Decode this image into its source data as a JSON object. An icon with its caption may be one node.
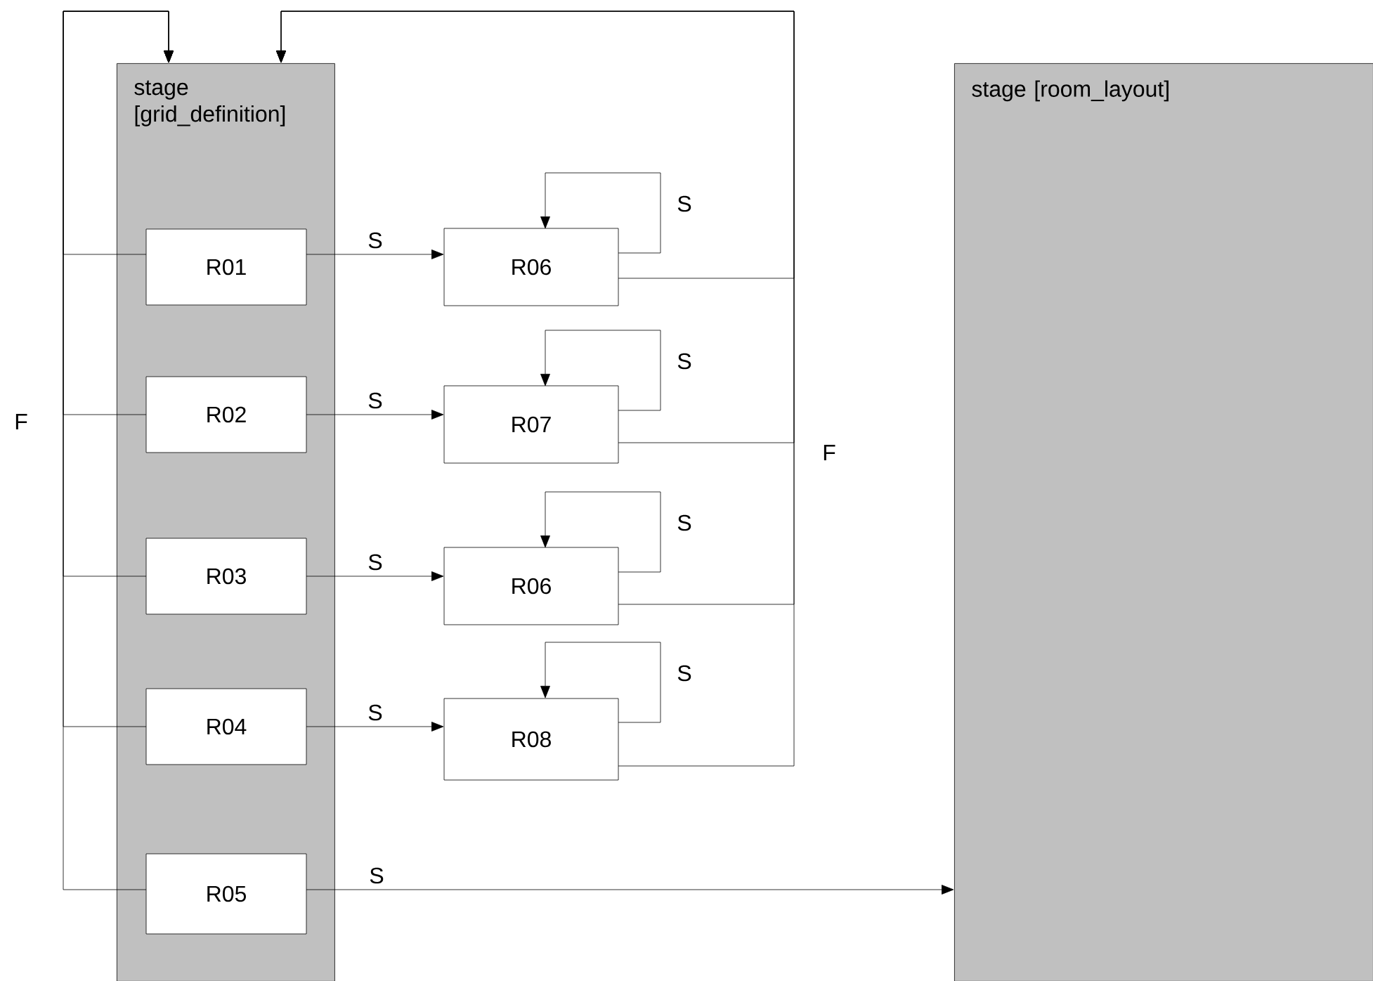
{
  "diagram": {
    "nodes": [
      {
        "text": [
          "stage [grid_definition]"
        ]
      },
      {
        "text": [
          "R01"
        ],
        "in": 0
      },
      {
        "text": [
          "R02"
        ],
        "in": 0
      },
      {
        "text": [
          "R03"
        ],
        "in": 0
      },
      {
        "text": [
          "R04"
        ],
        "in": 0
      },
      {
        "text": [
          "R05"
        ],
        "in": 0
      },
      {
        "text": [
          "R06"
        ]
      },
      {
        "text": [
          "R07"
        ]
      },
      {
        "text": [
          "R06"
        ]
      },
      {
        "text": [
          "R08"
        ]
      },
      {
        "text": [
          "stage [room_layout]"
        ]
      }
    ],
    "edges": [
      {
        "from": 1,
        "to": 6,
        "arrow": "to",
        "label": "S"
      },
      {
        "from": 2,
        "to": 7,
        "arrow": "to",
        "label": "S"
      },
      {
        "from": 3,
        "to": 8,
        "arrow": "to",
        "label": "S"
      },
      {
        "from": 4,
        "to": 9,
        "arrow": "to",
        "label": "S"
      },
      {
        "from": 5,
        "to": 10,
        "arrow": "to",
        "label": "S"
      },
      {
        "from": 6,
        "to": 6,
        "arrow": "to",
        "label": "S"
      },
      {
        "from": 7,
        "to": 7,
        "arrow": "to",
        "label": "S"
      },
      {
        "from": 8,
        "to": 8,
        "arrow": "to",
        "label": "S"
      },
      {
        "from": 9,
        "to": 9,
        "arrow": "to",
        "label": "S"
      },
      {
        "from": 1,
        "to": 0,
        "arrow": "to"
      },
      {
        "from": 2,
        "to": 0,
        "arrow": "to"
      },
      {
        "from": 3,
        "to": 0,
        "arrow": "to"
      },
      {
        "from": 4,
        "to": 0,
        "arrow": "to"
      },
      {
        "from": 5,
        "to": 0,
        "arrow": "to"
      },
      {
        "from": 6,
        "to": 0,
        "arrow": "to"
      },
      {
        "from": 7,
        "to": 0,
        "arrow": "to"
      },
      {
        "from": 8,
        "to": 0,
        "arrow": "to"
      },
      {
        "from": 9,
        "to": 0,
        "arrow": "to"
      }
    ],
    "labels": [
      "F",
      "F"
    ]
  }
}
